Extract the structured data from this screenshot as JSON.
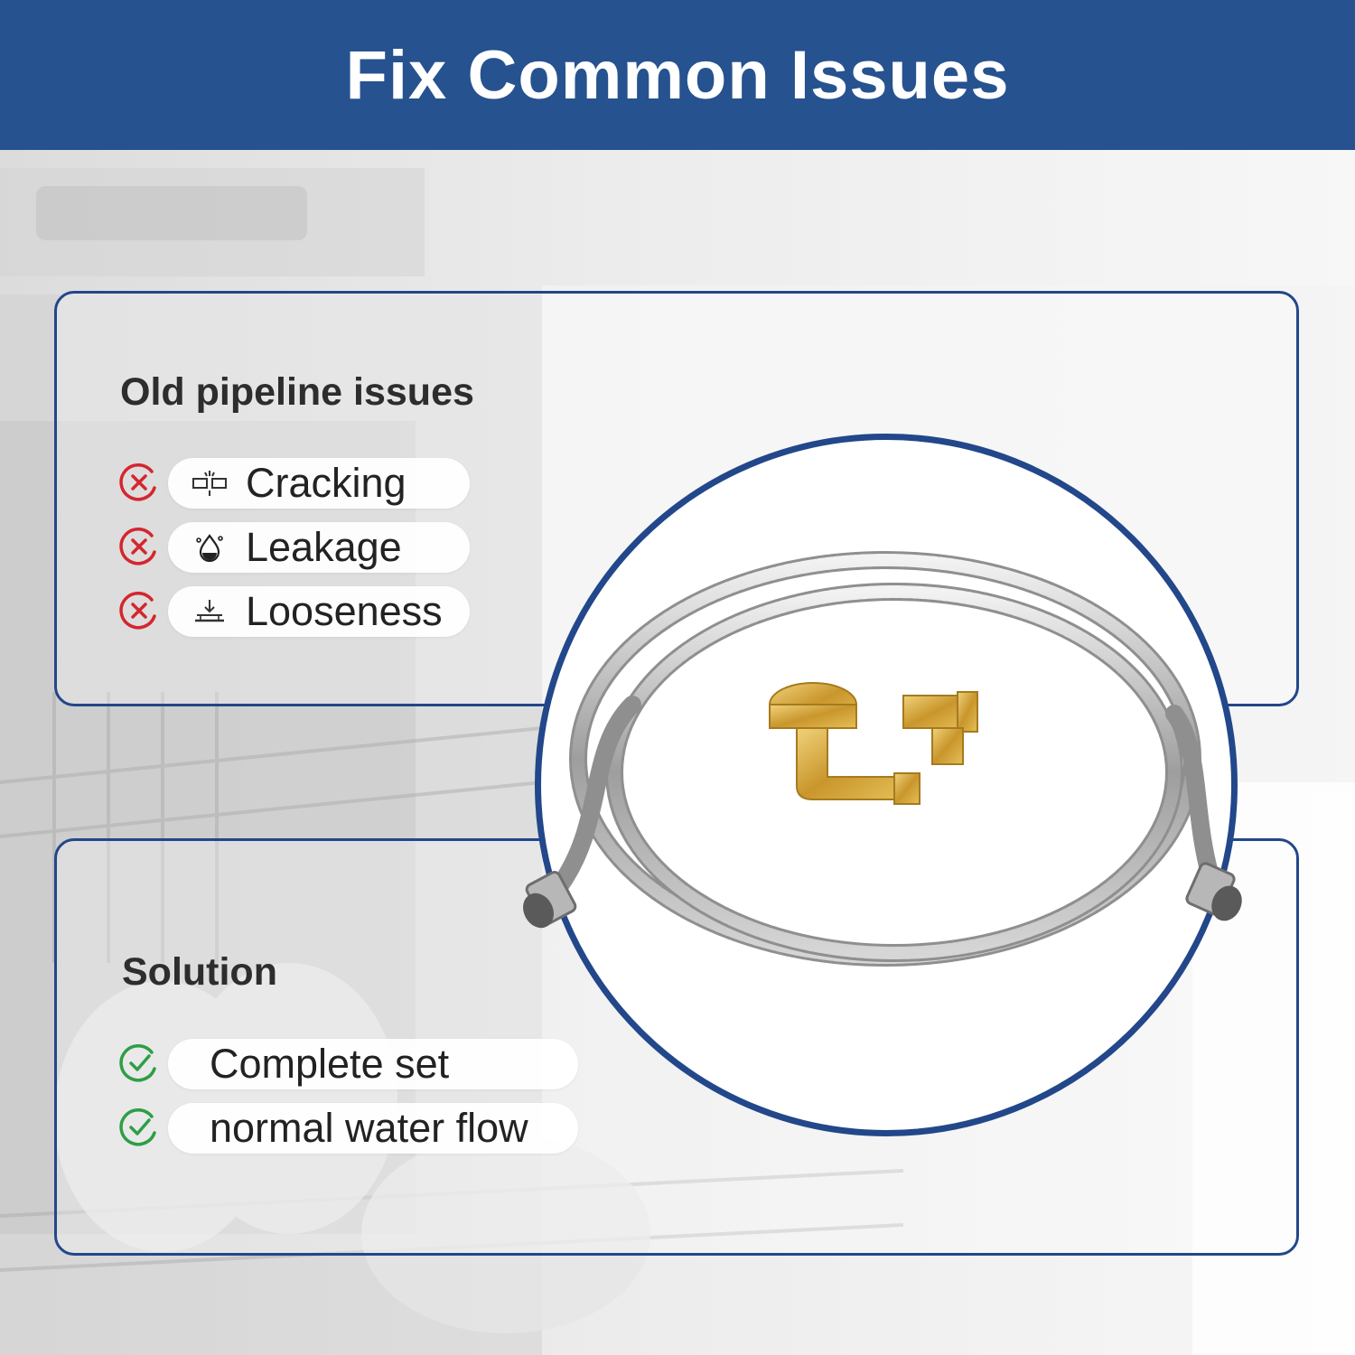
{
  "colors": {
    "brand_blue": "#26528f",
    "panel_border": "#22478a",
    "error_red": "#d4262e",
    "success_green": "#2e9e46",
    "brass": "#d8ad3e"
  },
  "header": {
    "title": "Fix Common Issues"
  },
  "issues": {
    "title": "Old pipeline issues",
    "items": [
      {
        "label": "Cracking",
        "status_icon": "x-circle-icon",
        "icon": "broken-pipe-icon"
      },
      {
        "label": "Leakage",
        "status_icon": "x-circle-icon",
        "icon": "water-drop-icon"
      },
      {
        "label": "Looseness",
        "status_icon": "x-circle-icon",
        "icon": "loose-fitting-icon"
      }
    ]
  },
  "solution": {
    "title": "Solution",
    "items": [
      {
        "label": "Complete set",
        "status_icon": "check-circle-icon"
      },
      {
        "label": "normal water flow",
        "status_icon": "check-circle-icon"
      }
    ]
  },
  "product": {
    "description_icon": "braided-hose-with-brass-fittings"
  }
}
